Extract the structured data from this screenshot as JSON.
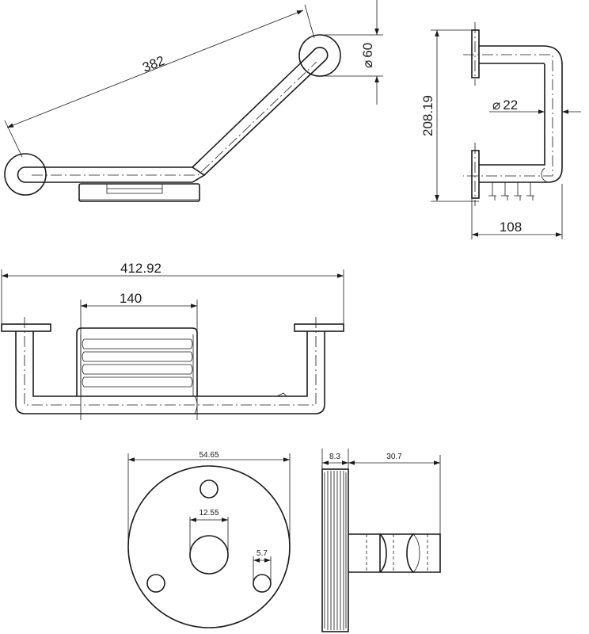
{
  "views": {
    "top": {
      "diagonal_length": "382",
      "flange_diameter": "60"
    },
    "side": {
      "height": "208.19",
      "tube_diameter": "22",
      "depth": "108"
    },
    "front": {
      "overall_width": "412.92",
      "basket_width": "140"
    },
    "flange_face": {
      "diameter": "54.65",
      "center_hole": "12.55",
      "screw_hole": "5.7"
    },
    "flange_side": {
      "plate_thickness": "8.3",
      "boss_length": "30.7"
    }
  },
  "symbols": {
    "diameter_glyph": "⌀"
  }
}
